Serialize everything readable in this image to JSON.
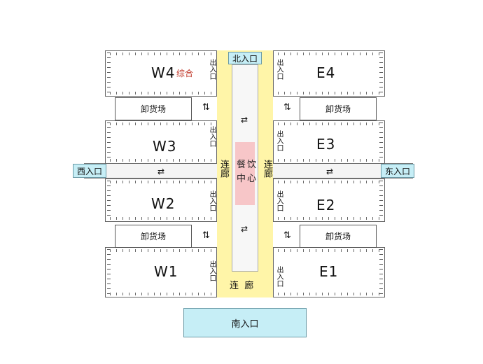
{
  "halls": {
    "w4": "W4",
    "w4_sub": "综合",
    "w3": "W3",
    "w2": "W2",
    "w1": "W1",
    "e4": "E4",
    "e3": "E3",
    "e2": "E2",
    "e1": "E1"
  },
  "loading_areas": {
    "west_upper": "卸货场",
    "west_lower": "卸货场",
    "east_upper": "卸货场",
    "east_lower": "卸货场"
  },
  "entrances": {
    "north": "北入口",
    "south": "南入口",
    "west": "西入口",
    "east": "东入口"
  },
  "corridor": {
    "label": "连廊",
    "west_label": "连廊",
    "east_label": "连廊",
    "south_label": "连  廊"
  },
  "dining": {
    "line1": "餐饮",
    "line2": "中心"
  },
  "exits": {
    "label": "出入口"
  },
  "colors": {
    "corridor": "#fff5a8",
    "entrance": "#c6eef6",
    "dining": "#f7c6c8"
  },
  "icons": {
    "two_way_horizontal": "⇄",
    "two_way_vertical": "⇅"
  }
}
